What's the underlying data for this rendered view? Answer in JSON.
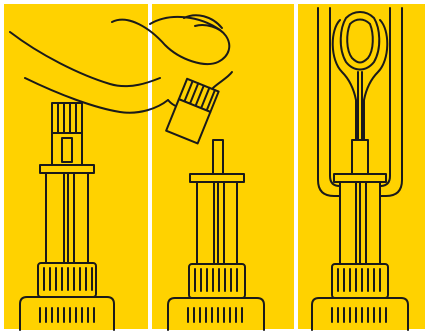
{
  "illustration": {
    "background_color": "#FFD200",
    "ink_color": "#1a1a1a",
    "frame_color": "#ffffff",
    "panels": [
      {
        "id": "panel-1",
        "depicts": "cap-on"
      },
      {
        "id": "panel-2",
        "depicts": "removing-cap"
      },
      {
        "id": "panel-3",
        "depicts": "inserting-into-holder"
      }
    ]
  }
}
